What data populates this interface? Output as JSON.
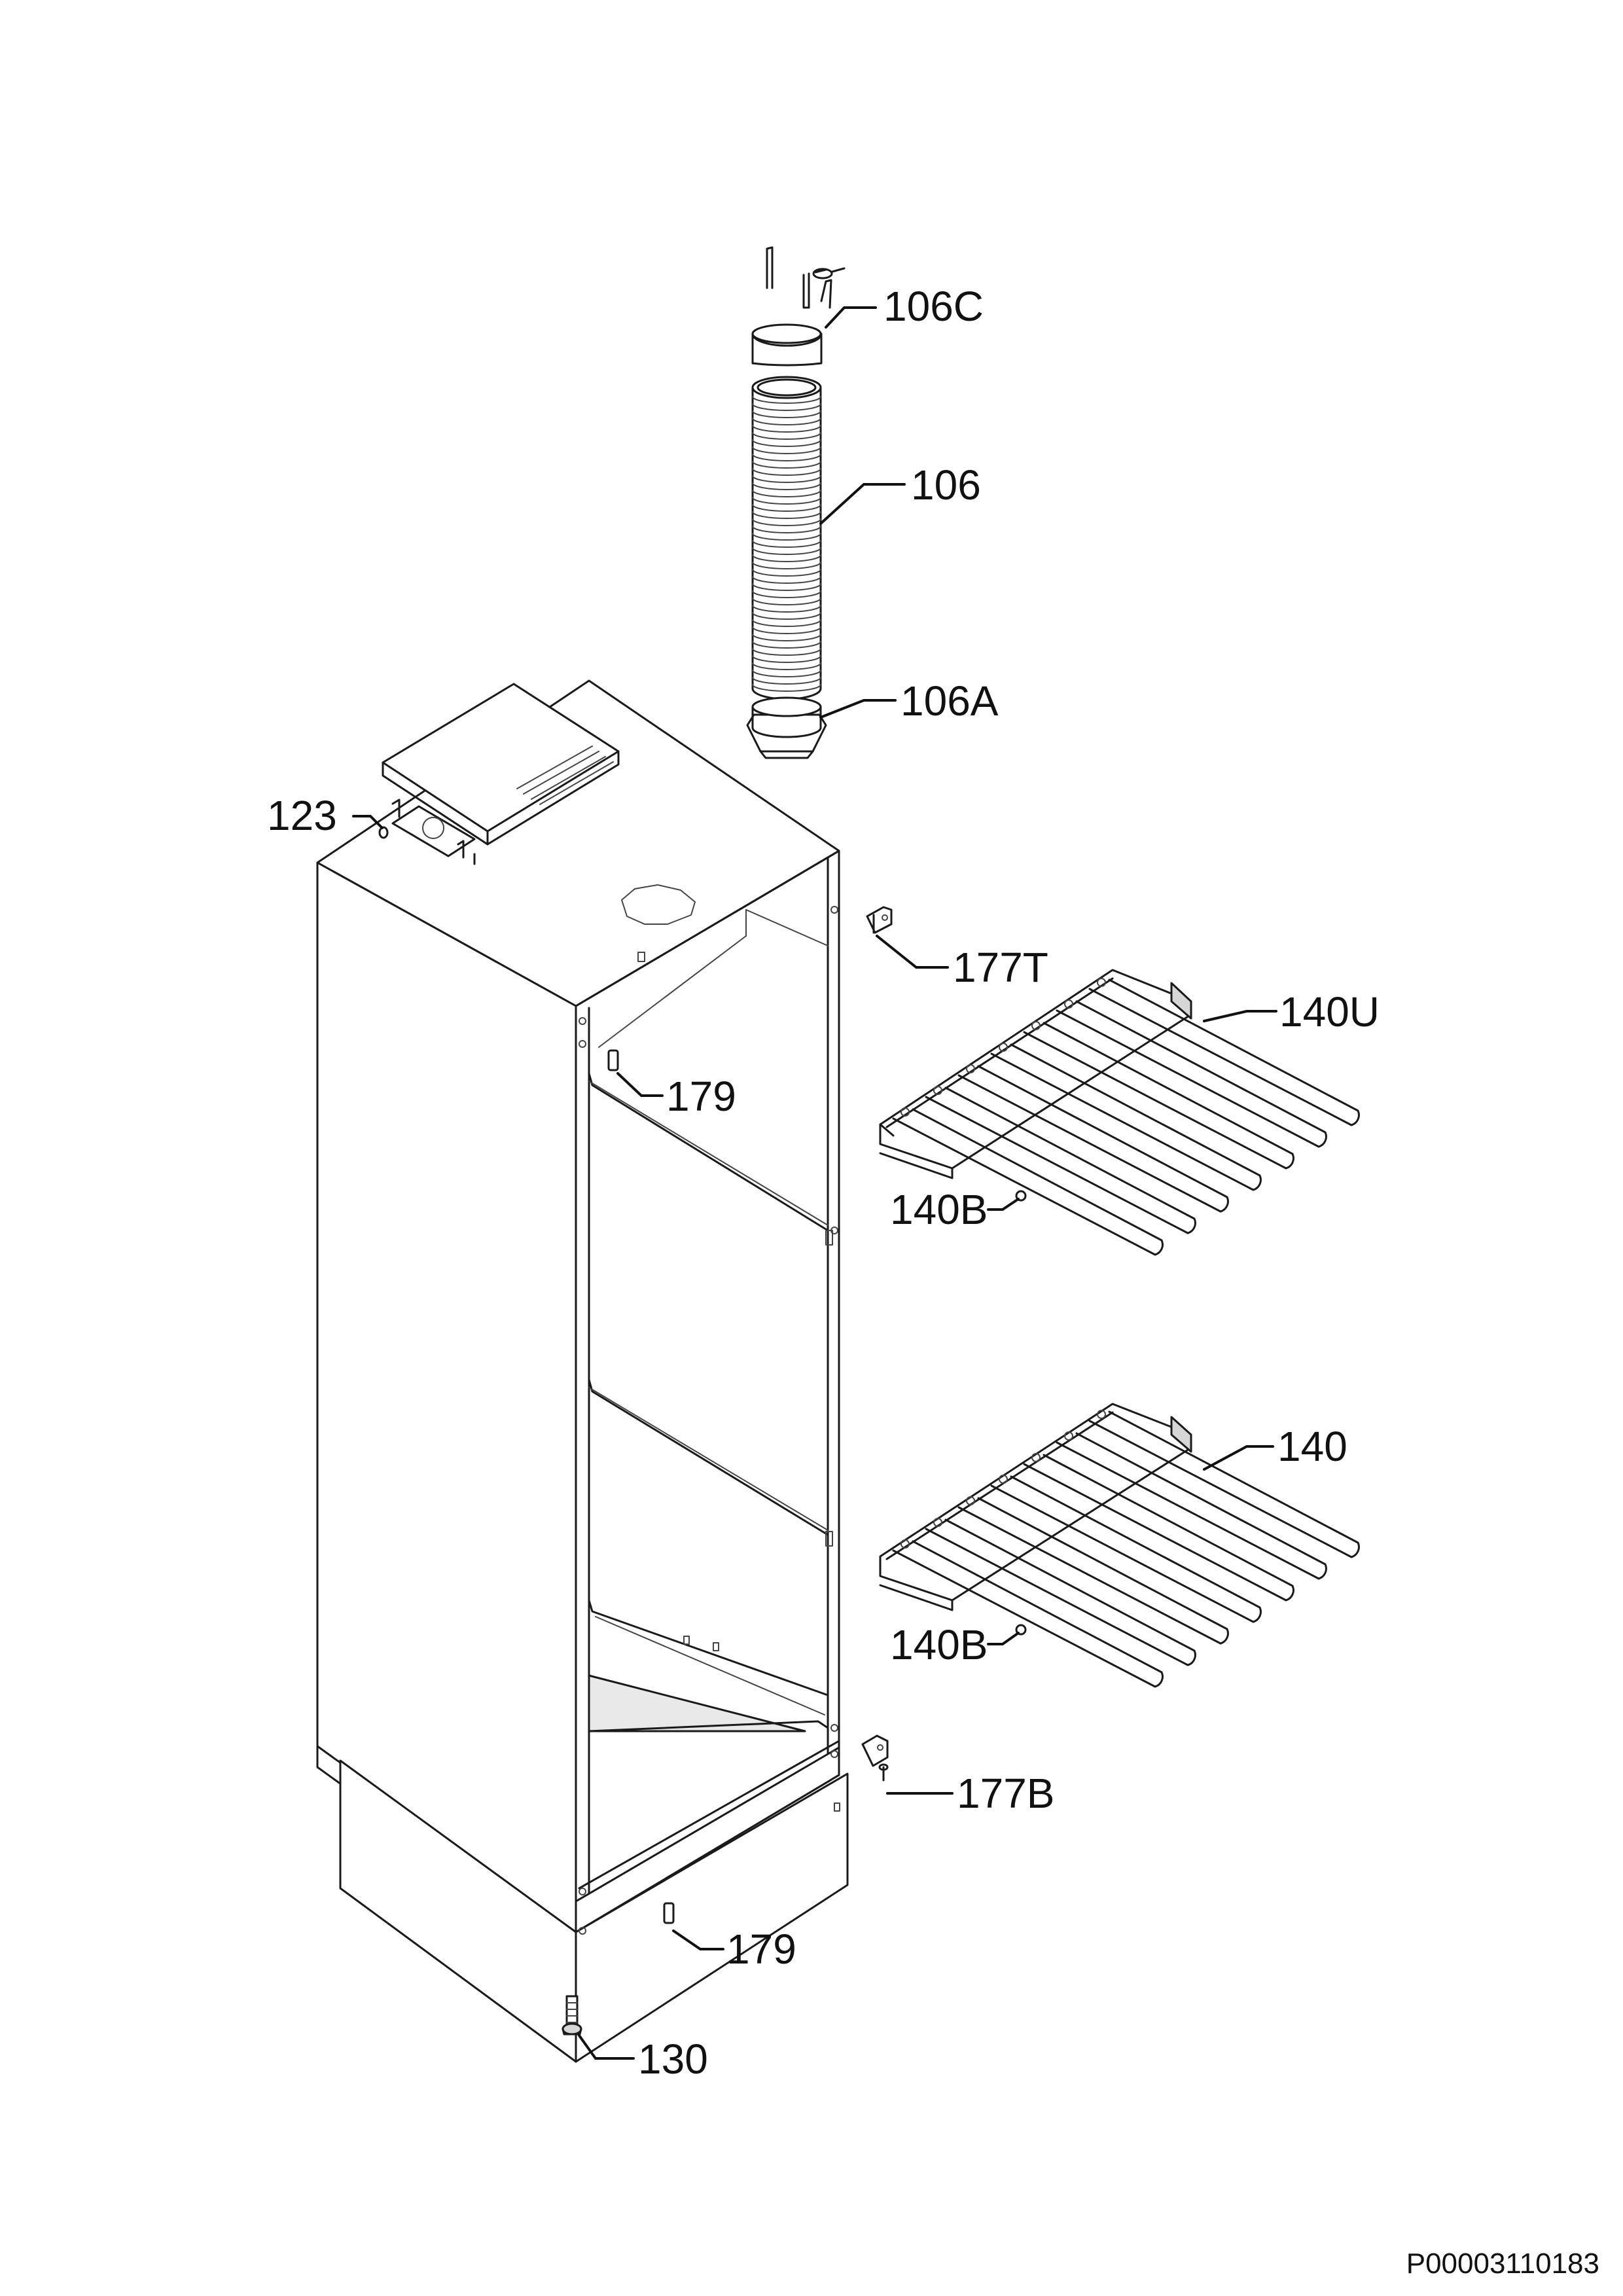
{
  "document_id": "P00003110183",
  "callouts": {
    "c106c": "106C",
    "c106": "106",
    "c106a": "106A",
    "c123": "123",
    "c177t": "177T",
    "c140u": "140U",
    "c179_top": "179",
    "c140b_upper": "140B",
    "c140": "140",
    "c140b_lower": "140B",
    "c177b": "177B",
    "c179_bottom": "179",
    "c130": "130"
  }
}
